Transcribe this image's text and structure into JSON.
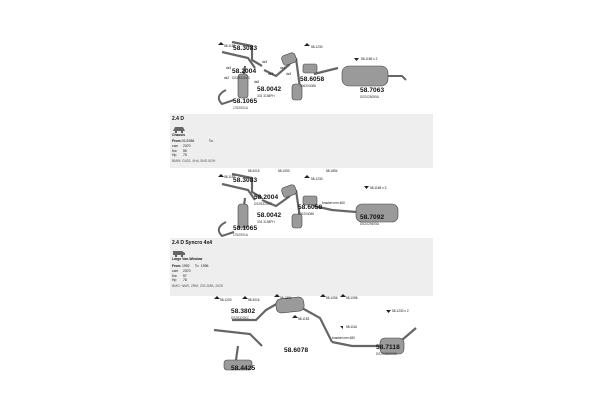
{
  "diagram1": {
    "parts": [
      {
        "id": "58.3083",
        "code": ""
      },
      {
        "id": "58.2004",
        "code": "DS2B320KC"
      },
      {
        "id": "58.6058",
        "code": "006204088"
      },
      {
        "id": "58.0042",
        "code": "333 3158PH"
      },
      {
        "id": "58.1065",
        "code": "1762S01A"
      },
      {
        "id": "58.7063",
        "code": "DS2025055A"
      }
    ],
    "tags": [
      "58.1153",
      "ds3",
      "ds2",
      "ds5",
      "ds4",
      "ds3",
      "ds3",
      "ds3",
      "58.1230",
      "58.1165 x 2"
    ]
  },
  "section2": {
    "title": "2.4 D",
    "logo": "Chassis",
    "from_label": "From:",
    "from_value": "01/1986",
    "to_label": "To:",
    "spec": [
      {
        "label": "ccm",
        "value": "2370"
      },
      {
        "label": "Kw",
        "value": "55"
      },
      {
        "label": "Hp",
        "value": "75"
      }
    ],
    "models": "BMW: G402, 4Hd, 5NG 5GH"
  },
  "diagram2": {
    "parts": [
      {
        "id": "58.3083",
        "code": ""
      },
      {
        "id": "58.2004",
        "code": "DS2B320KC"
      },
      {
        "id": "58.6058",
        "code": "006204088"
      },
      {
        "id": "58.0042",
        "code": "333 3158PH"
      },
      {
        "id": "58.1065",
        "code": "1762S01A"
      },
      {
        "id": "58.7092",
        "code": "DS2029405A"
      }
    ],
    "tags": [
      "58.1153",
      "58.4015",
      "58.1093",
      "58.1894",
      "58.1230",
      "58.1165 x 3"
    ],
    "note": "bracket mm 460"
  },
  "section3": {
    "title": "2.4 D Syncro 4x4",
    "logo": "Large Van-Window",
    "from_label": "From",
    "from_value": "1992",
    "to_label": "To",
    "to_value": "1996",
    "spec": [
      {
        "label": "ccm",
        "value": "2370"
      },
      {
        "label": "Kw",
        "value": "57"
      },
      {
        "label": "Hp",
        "value": "78"
      }
    ],
    "models": "BMG: NNR, 2RM, 203 2MB, 2025"
  },
  "diagram3": {
    "parts": [
      {
        "id": "58.3802",
        "code": "DS2B320KC"
      },
      {
        "id": "58.6078",
        "code": ""
      },
      {
        "id": "58.7118",
        "code": "DS2025059HE"
      },
      {
        "id": "58.4425",
        "code": ""
      }
    ],
    "tags": [
      "58.1200",
      "58.3016",
      "58.1894",
      "58.1056",
      "58.1056",
      "58.1153",
      "58.1116",
      "58.1230 x 2"
    ],
    "note": "bracket mm 480"
  }
}
